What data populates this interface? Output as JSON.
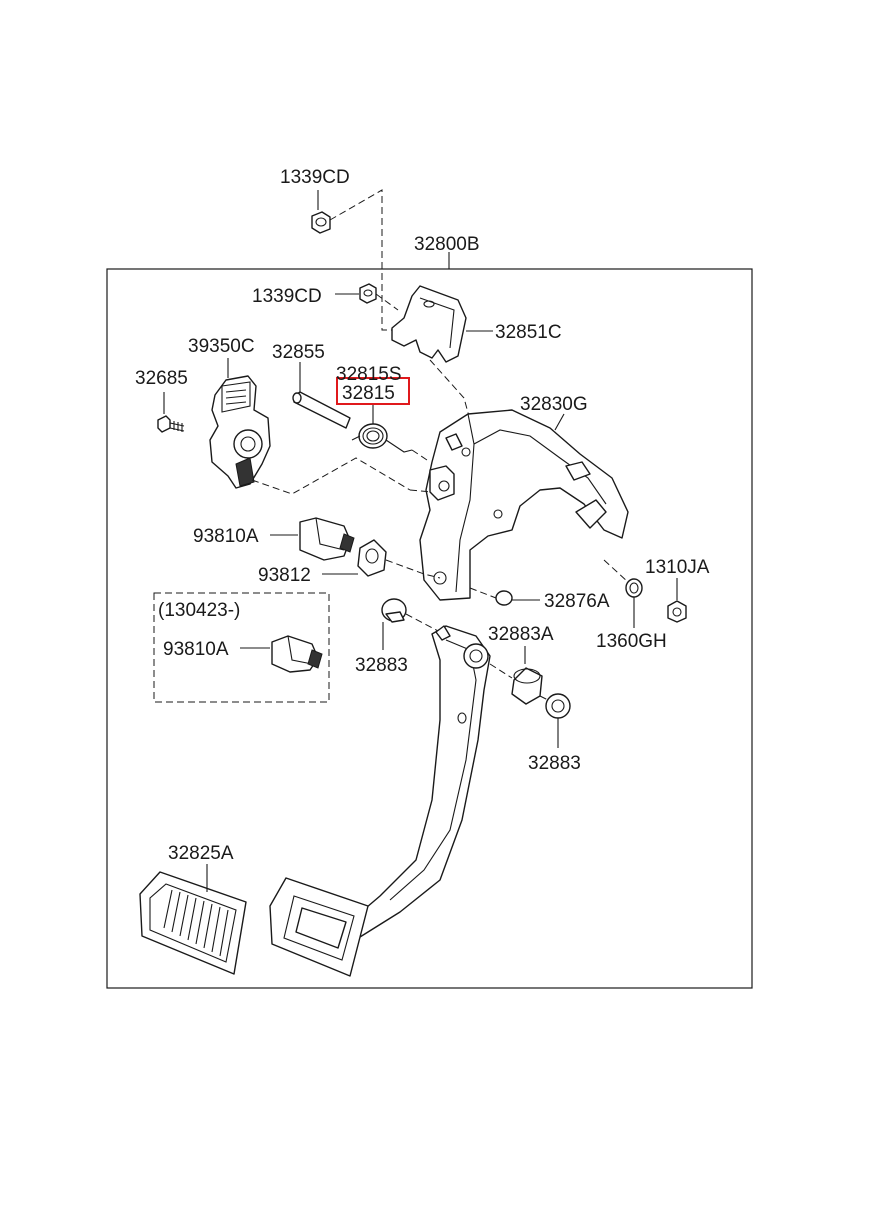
{
  "labels": {
    "nut_top": "1339CD",
    "assembly": "32800B",
    "nut_upper": "1339CD",
    "bracket_upper": "32851C",
    "sensor": "39350C",
    "shaft": "32855",
    "spring_alt": "32815S",
    "spring": "32815",
    "bolt": "32685",
    "bracket_member": "32830G",
    "switch": "93810A",
    "stopper": "93812",
    "bushing_small": "32876A",
    "nut_right": "1310JA",
    "washer": "1360GH",
    "date_note": "(130423-)",
    "switch_new": "93810A",
    "bush_left": "32883",
    "bush_collar": "32883A",
    "bush_right": "32883",
    "pedal_pad": "32825A"
  },
  "highlight_color": "#e0191c"
}
